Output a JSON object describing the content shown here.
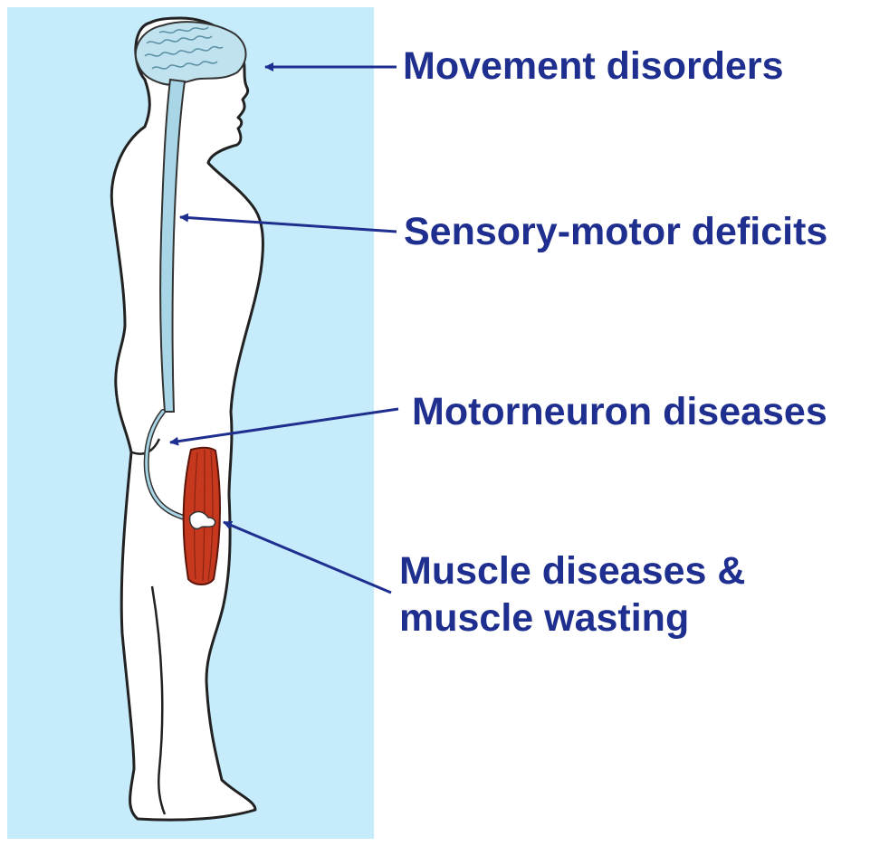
{
  "colors": {
    "panel_background": "#c6ecfb",
    "label_text": "#1f2f8f",
    "arrow": "#1f2f8f",
    "muscle": "#c6391f",
    "brain": "#bfe2ee",
    "body_outline": "#222222",
    "body_fill": "#ffffff",
    "nerve": "#a9d6e6"
  },
  "labels": {
    "movement": "Movement disorders",
    "sensory": "Sensory-motor deficits",
    "motorneuron": "Motorneuron diseases",
    "muscle_line1": "Muscle diseases &",
    "muscle_line2": "muscle wasting"
  },
  "icons": {
    "figure": "human-body-side-view-icon",
    "brain": "brain-icon",
    "muscle": "thigh-muscle-icon"
  }
}
